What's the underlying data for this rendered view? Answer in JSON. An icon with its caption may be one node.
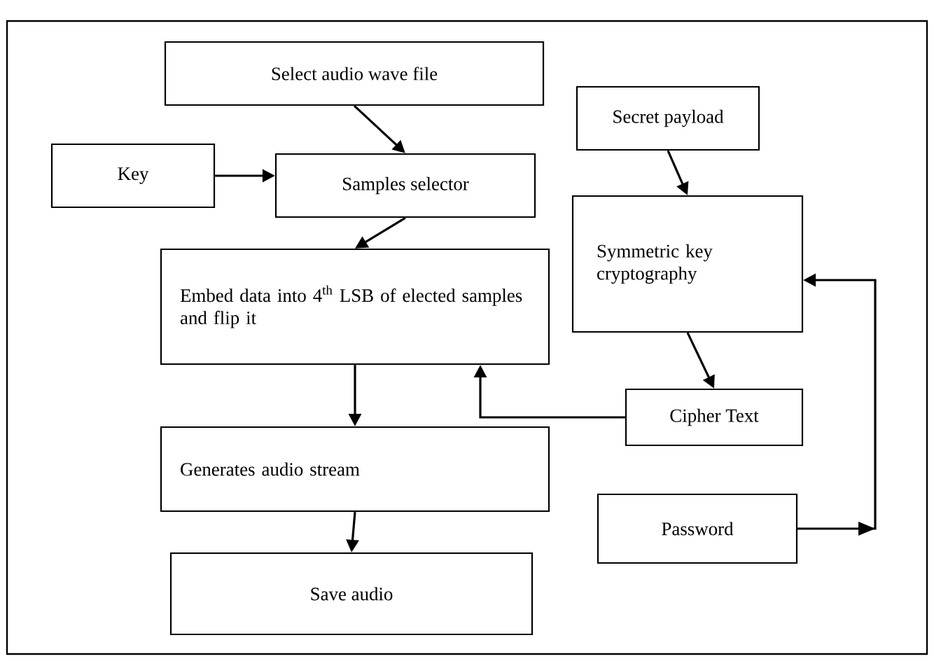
{
  "diagram": {
    "nodes": [
      {
        "text": [
          "Select audio wave file"
        ]
      },
      {
        "text": [
          "Key"
        ]
      },
      {
        "text": [
          "Samples selector"
        ]
      },
      {
        "text": [
          "Embed data into 4$^{th}$ LSB of elected samples and flip it"
        ]
      },
      {
        "text": [
          "Generates audio stream"
        ]
      },
      {
        "text": [
          "Save audio"
        ]
      },
      {
        "text": [
          "Secret payload"
        ]
      },
      {
        "text": [
          "Symmetric key cryptography"
        ]
      },
      {
        "text": [
          "Cipher Text"
        ]
      },
      {
        "text": [
          "Password"
        ]
      }
    ],
    "edges": [
      {
        "from": 0,
        "to": 2,
        "arrow": "to"
      },
      {
        "from": 1,
        "to": 2,
        "arrow": "to"
      },
      {
        "from": 2,
        "to": 3,
        "arrow": "to"
      },
      {
        "from": 3,
        "to": 4,
        "arrow": "to"
      },
      {
        "from": 4,
        "to": 5,
        "arrow": "to"
      },
      {
        "from": 6,
        "to": 7,
        "arrow": "to"
      },
      {
        "from": 7,
        "to": 8,
        "arrow": "to"
      },
      {
        "from": 8,
        "to": 3,
        "arrow": "to"
      },
      {
        "from": 9,
        "to": 7,
        "arrow": "to"
      }
    ]
  }
}
